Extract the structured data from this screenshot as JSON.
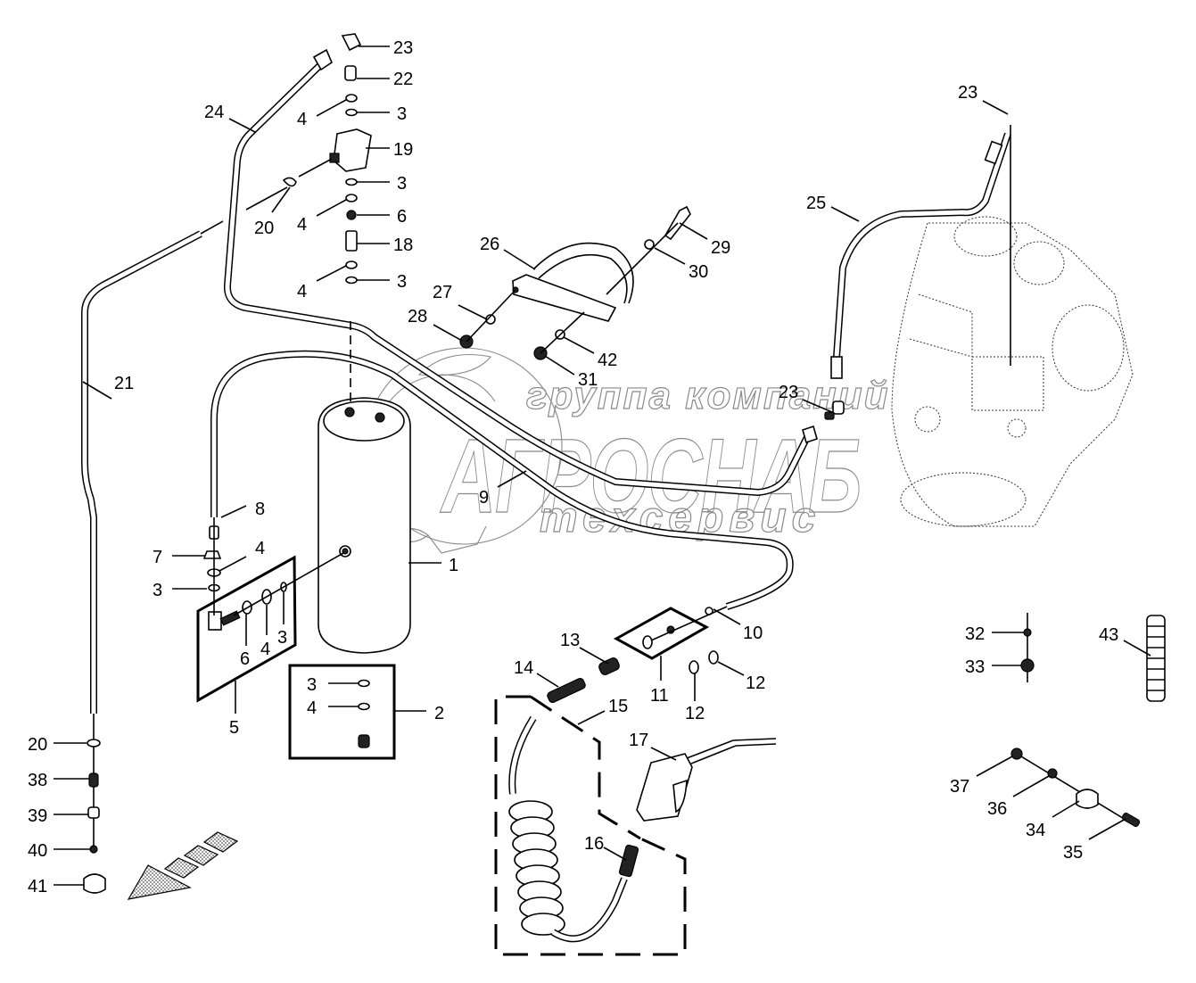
{
  "diagram": {
    "type": "exploded-parts-diagram",
    "subject": "compressed air system with reservoir, blow gun and coiled hose",
    "watermark": {
      "line1": "группа компаний",
      "line2": "АГРОСНАБ",
      "line3": "техсервис"
    },
    "callouts": [
      {
        "id": "c23a",
        "label": "23"
      },
      {
        "id": "c22",
        "label": "22"
      },
      {
        "id": "c4a",
        "label": "4"
      },
      {
        "id": "c3a",
        "label": "3"
      },
      {
        "id": "c19",
        "label": "19"
      },
      {
        "id": "c24",
        "label": "24"
      },
      {
        "id": "c20a",
        "label": "20"
      },
      {
        "id": "c3b",
        "label": "3"
      },
      {
        "id": "c4b",
        "label": "4"
      },
      {
        "id": "c6a",
        "label": "6"
      },
      {
        "id": "c18",
        "label": "18"
      },
      {
        "id": "c4c",
        "label": "4"
      },
      {
        "id": "c3c",
        "label": "3"
      },
      {
        "id": "c21",
        "label": "21"
      },
      {
        "id": "c26",
        "label": "26"
      },
      {
        "id": "c29",
        "label": "29"
      },
      {
        "id": "c30",
        "label": "30"
      },
      {
        "id": "c27",
        "label": "27"
      },
      {
        "id": "c28",
        "label": "28"
      },
      {
        "id": "c42",
        "label": "42"
      },
      {
        "id": "c31",
        "label": "31"
      },
      {
        "id": "c23b",
        "label": "23"
      },
      {
        "id": "c25",
        "label": "25"
      },
      {
        "id": "c23c",
        "label": "23"
      },
      {
        "id": "c9",
        "label": "9"
      },
      {
        "id": "c8",
        "label": "8"
      },
      {
        "id": "c7",
        "label": "7"
      },
      {
        "id": "c4d",
        "label": "4"
      },
      {
        "id": "c3d",
        "label": "3"
      },
      {
        "id": "c6b",
        "label": "6"
      },
      {
        "id": "c4e",
        "label": "4"
      },
      {
        "id": "c3e",
        "label": "3"
      },
      {
        "id": "c5",
        "label": "5"
      },
      {
        "id": "c1",
        "label": "1"
      },
      {
        "id": "c3f",
        "label": "3"
      },
      {
        "id": "c4f",
        "label": "4"
      },
      {
        "id": "c2",
        "label": "2"
      },
      {
        "id": "c10",
        "label": "10"
      },
      {
        "id": "c13",
        "label": "13"
      },
      {
        "id": "c14",
        "label": "14"
      },
      {
        "id": "c11",
        "label": "11"
      },
      {
        "id": "c12a",
        "label": "12"
      },
      {
        "id": "c12b",
        "label": "12"
      },
      {
        "id": "c15",
        "label": "15"
      },
      {
        "id": "c17",
        "label": "17"
      },
      {
        "id": "c16",
        "label": "16"
      },
      {
        "id": "c32",
        "label": "32"
      },
      {
        "id": "c33",
        "label": "33"
      },
      {
        "id": "c43",
        "label": "43"
      },
      {
        "id": "c37",
        "label": "37"
      },
      {
        "id": "c36",
        "label": "36"
      },
      {
        "id": "c34",
        "label": "34"
      },
      {
        "id": "c35",
        "label": "35"
      },
      {
        "id": "c20b",
        "label": "20"
      },
      {
        "id": "c38",
        "label": "38"
      },
      {
        "id": "c39",
        "label": "39"
      },
      {
        "id": "c40",
        "label": "40"
      },
      {
        "id": "c41",
        "label": "41"
      }
    ],
    "colors": {
      "line": "#000000",
      "background": "#ffffff",
      "watermark": "#8a8a8a",
      "arrow_fill": "#bdbdbd"
    }
  }
}
